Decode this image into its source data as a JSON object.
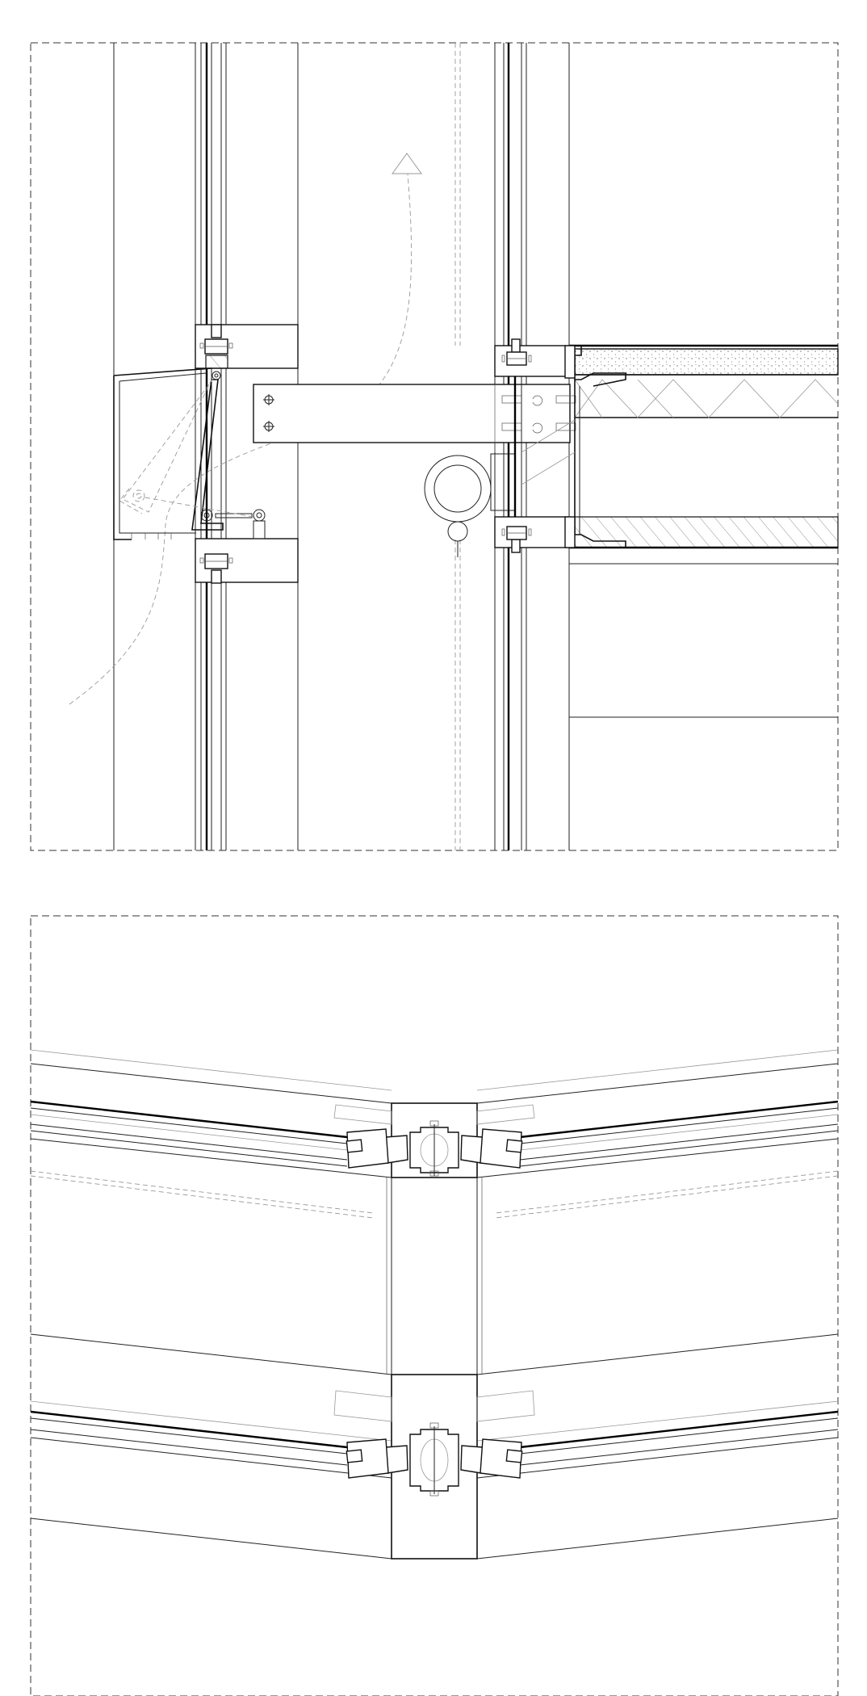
{
  "drawings": [
    {
      "id": "vertical-section",
      "type": "facade-detail-section"
    },
    {
      "id": "horizontal-section",
      "type": "facade-detail-plan"
    }
  ]
}
